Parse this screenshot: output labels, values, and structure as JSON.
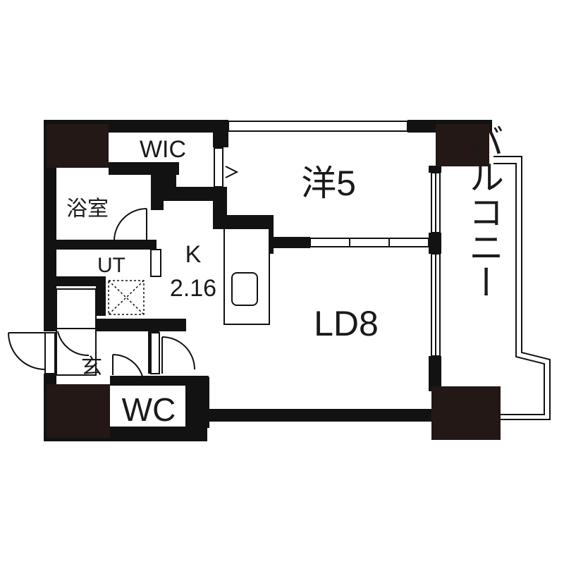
{
  "rooms": {
    "wic": "WIC",
    "bedroom": "洋5",
    "bath": "浴室",
    "kitchen_name": "K",
    "kitchen_size": "2.16",
    "utility": "UT",
    "living": "LD8",
    "entrance": "玄",
    "toilet": "WC",
    "balcony": "バルコニー"
  },
  "colors": {
    "wall": "#121212",
    "pillar": "#231815",
    "background": "#ffffff"
  }
}
